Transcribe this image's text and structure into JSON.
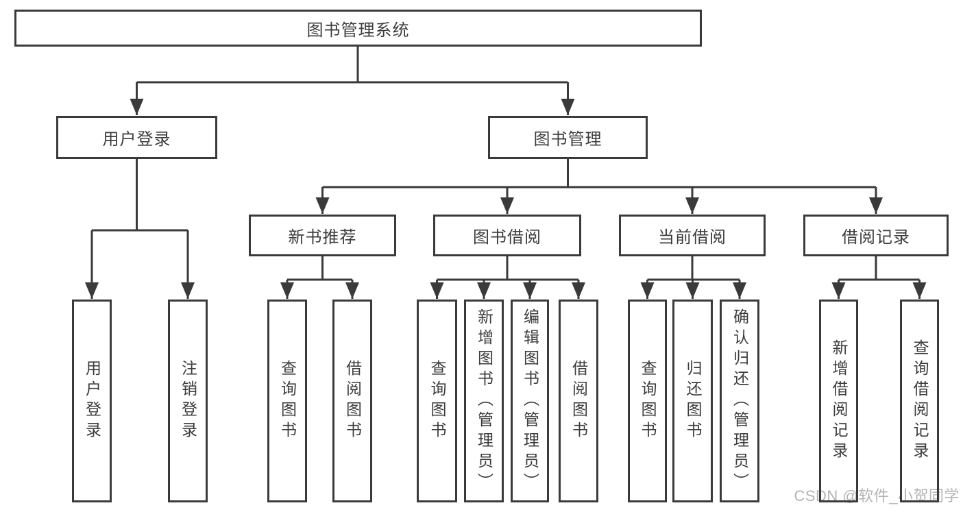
{
  "tree": {
    "label": "图书管理系统",
    "children": [
      {
        "label": "用户登录",
        "children": [
          {
            "label": "用户登录"
          },
          {
            "label": "注销登录"
          }
        ]
      },
      {
        "label": "图书管理",
        "children": [
          {
            "label": "新书推荐",
            "children": [
              {
                "label": "查询图书"
              },
              {
                "label": "借阅图书"
              }
            ]
          },
          {
            "label": "图书借阅",
            "children": [
              {
                "label": "查询图书"
              },
              {
                "label": "新增图书（管理员）"
              },
              {
                "label": "编辑图书（管理员）"
              },
              {
                "label": "借阅图书"
              }
            ]
          },
          {
            "label": "当前借阅",
            "children": [
              {
                "label": "查询图书"
              },
              {
                "label": "归还图书"
              },
              {
                "label": "确认归还（管理员）"
              }
            ]
          },
          {
            "label": "借阅记录",
            "children": [
              {
                "label": "新增借阅记录"
              },
              {
                "label": "查询借阅记录"
              }
            ]
          }
        ]
      }
    ]
  },
  "watermark": {
    "text": "CSDN @软件_小贺同学"
  },
  "colors": {
    "line": "#3a3a3a",
    "text": "#3c3c3c",
    "watermark": "#b3b3b3",
    "bg": "#ffffff"
  }
}
